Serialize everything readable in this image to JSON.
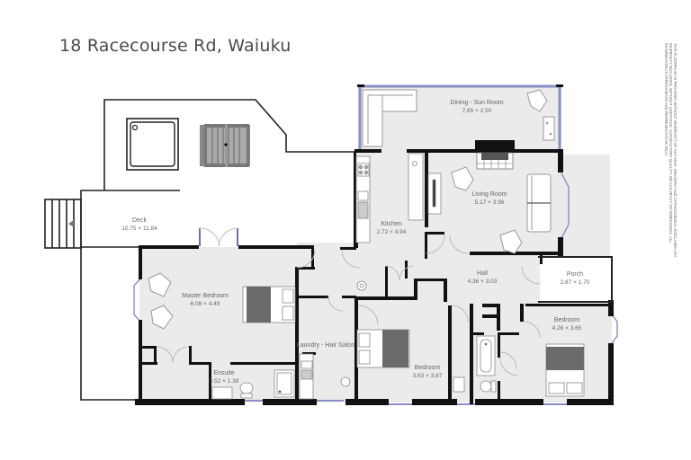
{
  "header": {
    "title": "18 Racecourse Rd, Waiuku"
  },
  "disclaimer": {
    "text": "This floorplan is provided without warranty of any kind. Sensopia and 1sthousedeal disclaims any warranty including, without limitation, satisfactory quality or accuracy of dimensions. All information is approximate and representative only."
  },
  "colors": {
    "floor": "#ebebeb",
    "wall": "#111111",
    "window": "#8a8fc4",
    "outline": "#222222",
    "furniture_dark": "#6b6b6b",
    "label": "#666666"
  },
  "rooms": [
    {
      "name": "Dining - Sun Room",
      "dimensions": "7.65 × 2.50"
    },
    {
      "name": "Living Room",
      "dimensions": "5.17 × 3.96"
    },
    {
      "name": "Kitchen",
      "dimensions": "2.72 × 4.94"
    },
    {
      "name": "Deck",
      "dimensions": "10.75 × 11.84"
    },
    {
      "name": "Master Bedroom",
      "dimensions": "6.08 × 4.49"
    },
    {
      "name": "Ensuite",
      "dimensions": "3.52 × 1.38"
    },
    {
      "name": "Laundry - Hair Salon",
      "dimensions": ""
    },
    {
      "name": "Hall",
      "dimensions": "4.36 × 3.03"
    },
    {
      "name": "Porch",
      "dimensions": "2.87 × 1.70"
    },
    {
      "name": "Bedroom",
      "dimensions": "3.63 × 3.87"
    },
    {
      "name": "Bedroom",
      "dimensions": "4.26 × 3.65"
    }
  ]
}
